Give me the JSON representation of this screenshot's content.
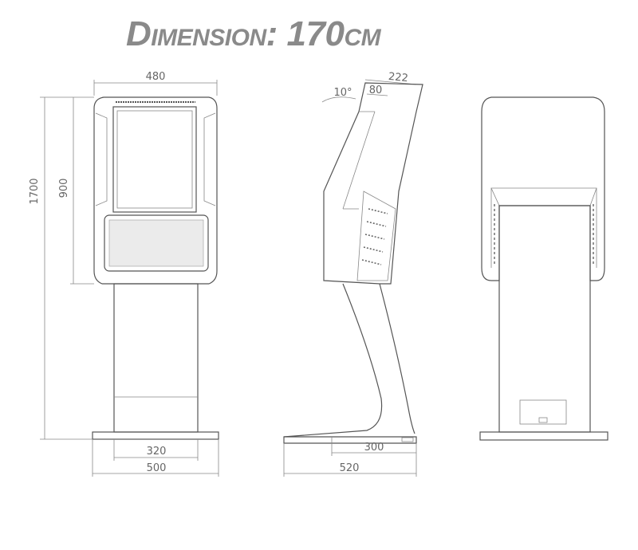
{
  "header": {
    "title_cap_d": "D",
    "title_small_1": "IMENSION",
    "title_colon_num": ": 170",
    "title_small_2": "CM"
  },
  "front_view": {
    "width_top": "480",
    "height_total": "1700",
    "height_head": "900",
    "base_inner": "320",
    "base_outer": "500"
  },
  "side_view": {
    "tilt_angle": "10°",
    "depth_top": "222",
    "depth_inner": "80",
    "base_inner": "300",
    "base_outer": "520"
  }
}
